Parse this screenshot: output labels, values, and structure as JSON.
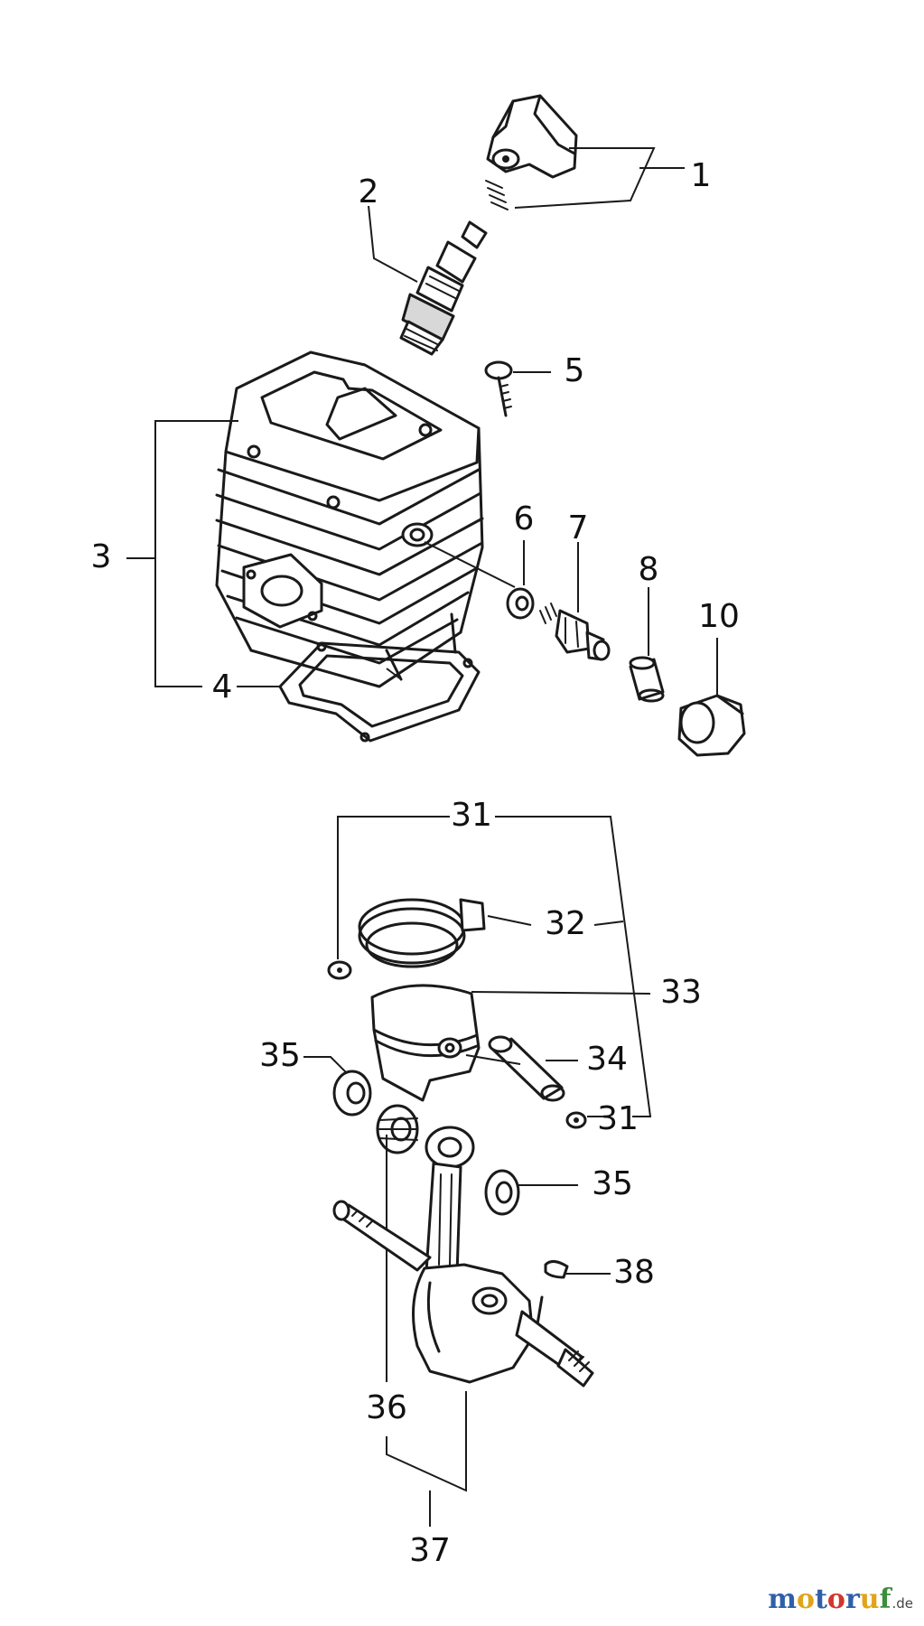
{
  "callouts": {
    "c1": "1",
    "c2": "2",
    "c3": "3",
    "c4": "4",
    "c5": "5",
    "c6": "6",
    "c7": "7",
    "c8": "8",
    "c10": "10",
    "c31a": "31",
    "c31b": "31",
    "c32": "32",
    "c33": "33",
    "c34": "34",
    "c35a": "35",
    "c35b": "35",
    "c36": "36",
    "c37": "37",
    "c38": "38"
  },
  "brand": {
    "letters": [
      "m",
      "o",
      "t",
      "o",
      "r",
      "u",
      "f"
    ],
    "domain": ".de",
    "colors": [
      "#2f5fa8",
      "#e0a419",
      "#2f5fa8",
      "#d2362c",
      "#2f5fa8",
      "#e0a419",
      "#3a8f3a"
    ]
  }
}
